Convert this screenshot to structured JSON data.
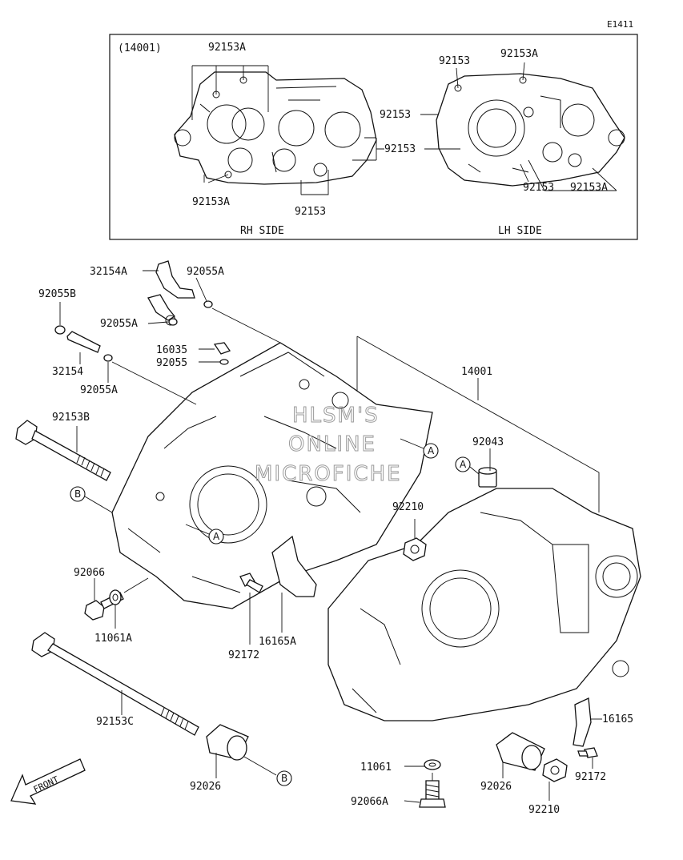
{
  "diagram_code": "E1411",
  "inset": {
    "assembly_ref": "(14001)",
    "rh_side_caption": "RH SIDE",
    "lh_side_caption": "LH SIDE",
    "rh_labels": [
      "92153A",
      "92153",
      "92153A",
      "92153"
    ],
    "lh_labels": [
      "92153",
      "92153A",
      "92153",
      "92153",
      "92153A"
    ]
  },
  "parts": {
    "p32154A": "32154A",
    "p92055A_top": "92055A",
    "p92055B": "92055B",
    "p92055A_mid": "92055A",
    "p32154": "32154",
    "p92055A_low": "92055A",
    "p16035": "16035",
    "p92055": "92055",
    "p14001": "14001",
    "p92043": "92043",
    "p92153B": "92153B",
    "p92210_top": "92210",
    "p92066": "92066",
    "p11061A": "11061A",
    "p92172_left": "92172",
    "p16165A": "16165A",
    "p92153C": "92153C",
    "p92026_left": "92026",
    "p11061": "11061",
    "p92066A": "92066A",
    "p92026_right": "92026",
    "p92210_bottom": "92210",
    "p16165": "16165",
    "p92172_right": "92172"
  },
  "ref_markers": {
    "A": "A",
    "B": "B"
  },
  "front_label": "FRONT",
  "watermark": [
    "HLSM'S",
    "ONLINE",
    "MICROFICHE"
  ]
}
